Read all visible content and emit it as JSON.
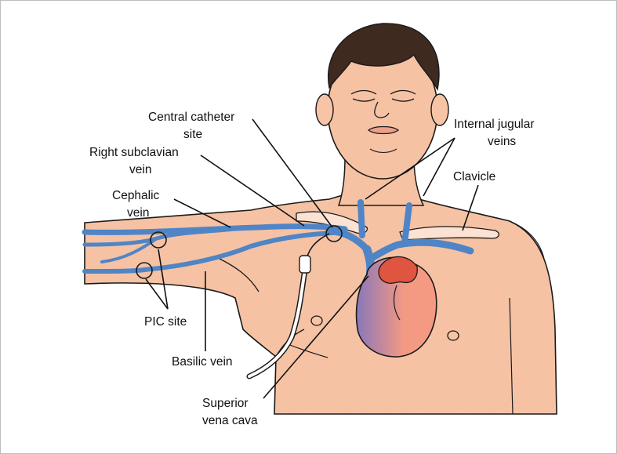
{
  "labels": {
    "central_catheter_line1": "Central catheter",
    "central_catheter_line2": "site",
    "right_subclavian_line1": "Right subclavian",
    "right_subclavian_line2": "vein",
    "cephalic_line1": "Cephalic",
    "cephalic_line2": "vein",
    "internal_jugular_line1": "Internal jugular",
    "internal_jugular_line2": "veins",
    "clavicle": "Clavicle",
    "pic_site": "PIC site",
    "basilic_vein": "Basilic vein",
    "superior_vena_cava_line1": "Superior",
    "superior_vena_cava_line2": "vena cava"
  },
  "colors": {
    "skin": "#f7c4a6",
    "vein": "#4f85c6",
    "heart": "#f59a82",
    "heart_atrium": "#e0553f",
    "heart_venous": "#8b7ab8",
    "hair": "#3e2a1f",
    "outline": "#1a1a1a"
  }
}
